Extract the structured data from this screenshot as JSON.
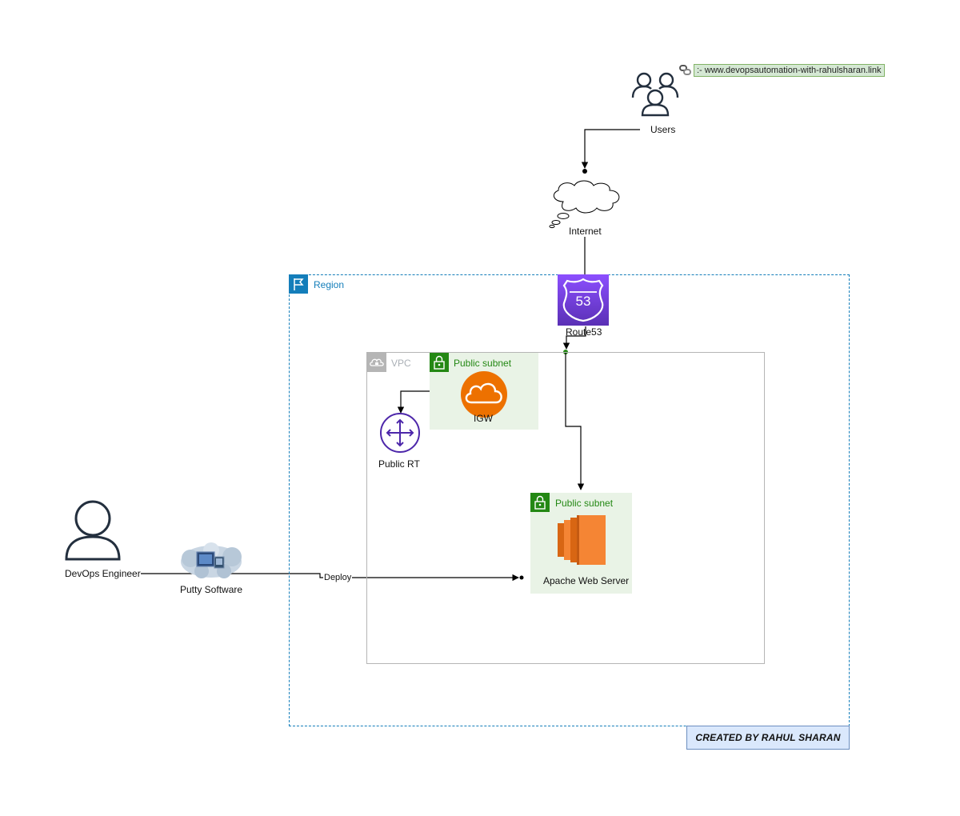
{
  "link": {
    "text": ":-  www.devopsautomation-with-rahulsharan.link"
  },
  "nodes": {
    "users": "Users",
    "internet": "Internet",
    "route53": "Route53",
    "route53_badge": "53",
    "region": "Region",
    "vpc": "VPC",
    "public_subnet_1": "Public subnet",
    "igw": "IGW",
    "public_rt": "Public RT",
    "public_subnet_2": "Public subnet",
    "apache": "Apache Web Server",
    "devops": "DevOps Engineer",
    "putty": "Putty Software"
  },
  "edges": {
    "deploy": "Deploy"
  },
  "credit": "CREATED BY RAHUL SHARAN",
  "colors": {
    "region": "#147eba",
    "subnet": "#248814",
    "subnet_fill": "#e9f3e6",
    "route53": "#8c4fff",
    "igw": "#ed7100",
    "ec2": "#f58534",
    "router": "#4d27aa",
    "vpc_border": "#b5b5b5"
  }
}
